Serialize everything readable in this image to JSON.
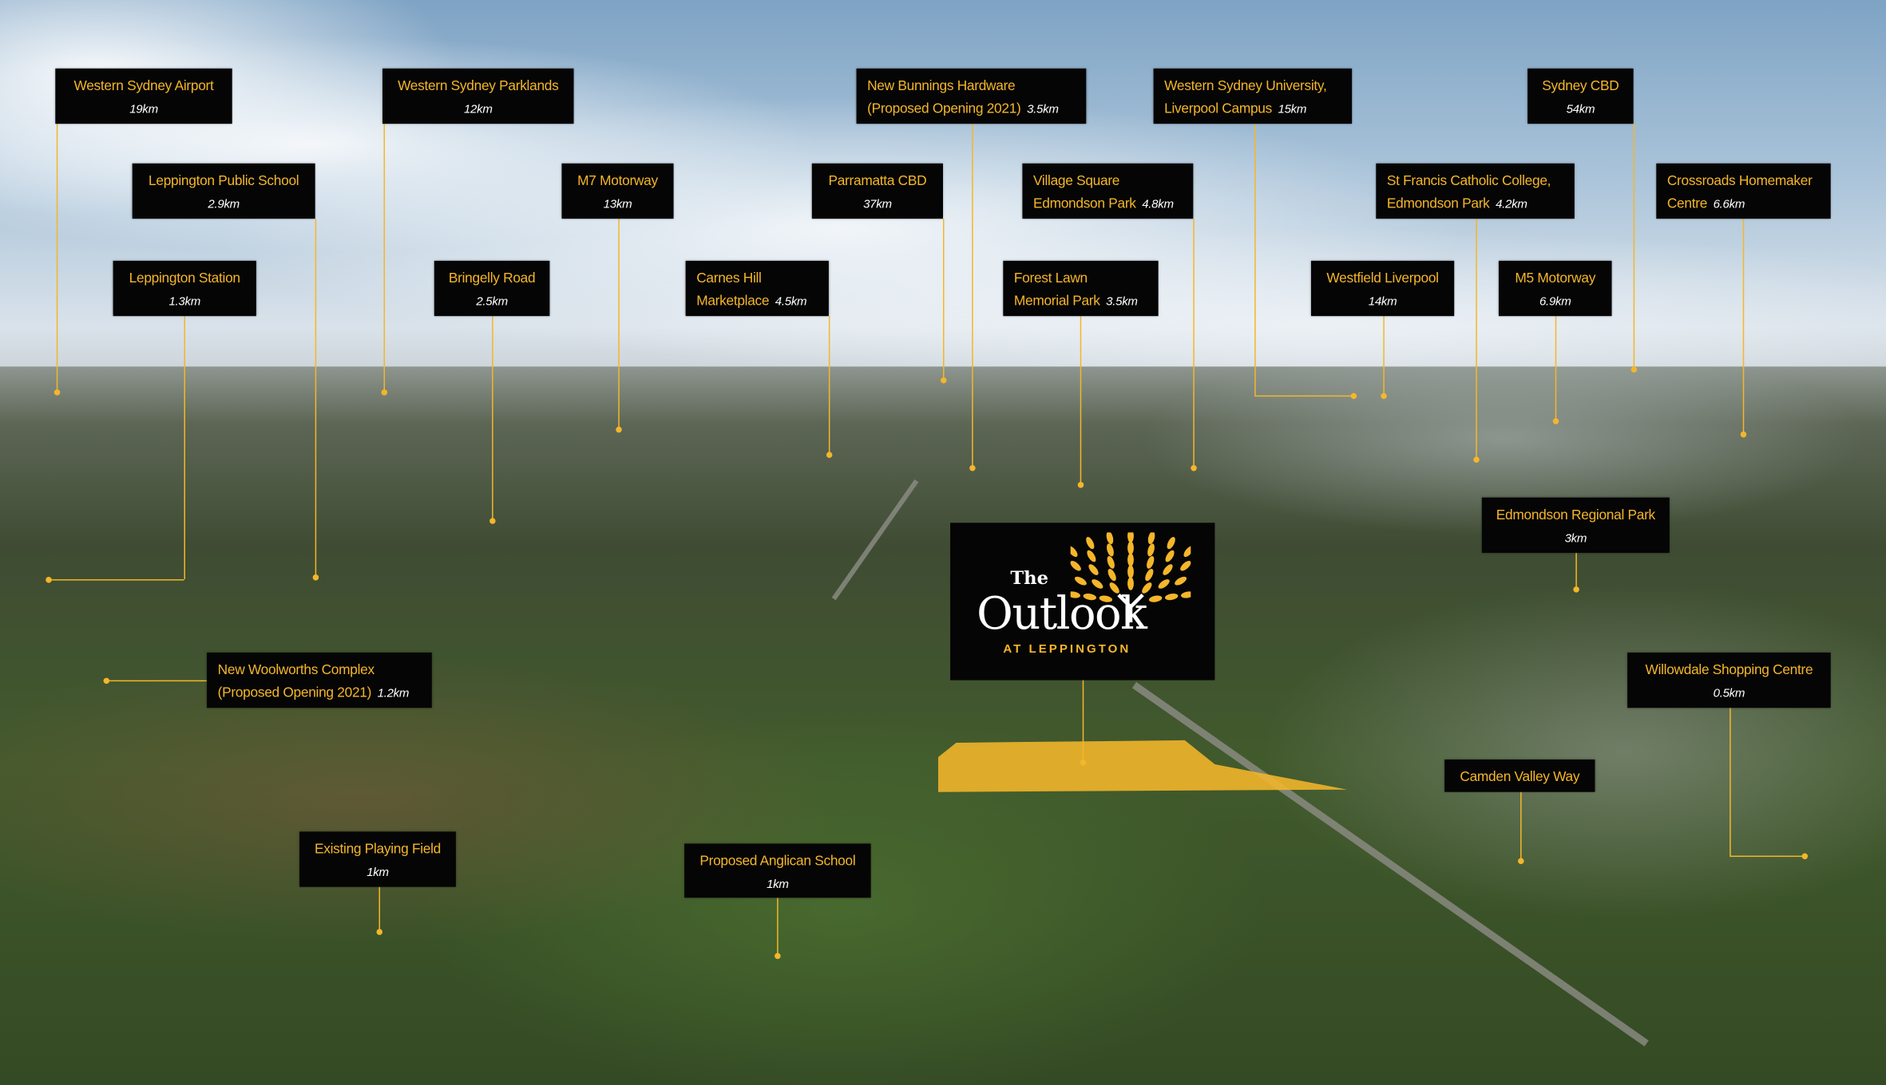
{
  "colors": {
    "accent": "#f4b62a",
    "label_bg": "#050505",
    "distance_text": "#ffffff"
  },
  "logo": {
    "the": "The",
    "name": "Outlook",
    "subtitle": "AT LEPPINGTON"
  },
  "labels": [
    {
      "id": "western-sydney-airport",
      "line1": "Western Sydney Airport",
      "distance": "19km"
    },
    {
      "id": "western-sydney-parklands",
      "line1": "Western Sydney Parklands",
      "distance": "12km"
    },
    {
      "id": "new-bunnings-hardware",
      "line1": "New Bunnings Hardware",
      "line2": "(Proposed Opening 2021)",
      "distance": "3.5km"
    },
    {
      "id": "western-sydney-university",
      "line1": "Western Sydney University,",
      "line2": "Liverpool Campus",
      "distance": "15km"
    },
    {
      "id": "sydney-cbd",
      "line1": "Sydney CBD",
      "distance": "54km"
    },
    {
      "id": "leppington-public-school",
      "line1": "Leppington Public School",
      "distance": "2.9km"
    },
    {
      "id": "m7-motorway",
      "line1": "M7 Motorway",
      "distance": "13km"
    },
    {
      "id": "parramatta-cbd",
      "line1": "Parramatta CBD",
      "distance": "37km"
    },
    {
      "id": "village-square",
      "line1": "Village Square",
      "line2": "Edmondson Park",
      "distance": "4.8km"
    },
    {
      "id": "st-francis-college",
      "line1": "St Francis Catholic College,",
      "line2": "Edmondson Park",
      "distance": "4.2km"
    },
    {
      "id": "crossroads-homemaker",
      "line1": "Crossroads Homemaker",
      "line2": "Centre",
      "distance": "6.6km"
    },
    {
      "id": "leppington-station",
      "line1": "Leppington Station",
      "distance": "1.3km"
    },
    {
      "id": "bringelly-road",
      "line1": "Bringelly Road",
      "distance": "2.5km"
    },
    {
      "id": "carnes-hill",
      "line1": "Carnes Hill",
      "line2": "Marketplace",
      "distance": "4.5km"
    },
    {
      "id": "forest-lawn",
      "line1": "Forest Lawn",
      "line2": "Memorial Park",
      "distance": "3.5km"
    },
    {
      "id": "westfield-liverpool",
      "line1": "Westfield Liverpool",
      "distance": "14km"
    },
    {
      "id": "m5-motorway",
      "line1": "M5 Motorway",
      "distance": "6.9km"
    },
    {
      "id": "edmondson-regional-park",
      "line1": "Edmondson Regional Park",
      "distance": "3km"
    },
    {
      "id": "willowdale-shopping-centre",
      "line1": "Willowdale Shopping Centre",
      "distance": "0.5km"
    },
    {
      "id": "camden-valley-way",
      "line1": "Camden Valley Way"
    },
    {
      "id": "new-woolworths-complex",
      "line1": "New Woolworths Complex",
      "line2": "(Proposed Opening 2021)",
      "distance": "1.2km"
    },
    {
      "id": "existing-playing-field",
      "line1": "Existing Playing Field",
      "distance": "1km"
    },
    {
      "id": "proposed-anglican-school",
      "line1": "Proposed Anglican School",
      "distance": "1km"
    }
  ]
}
